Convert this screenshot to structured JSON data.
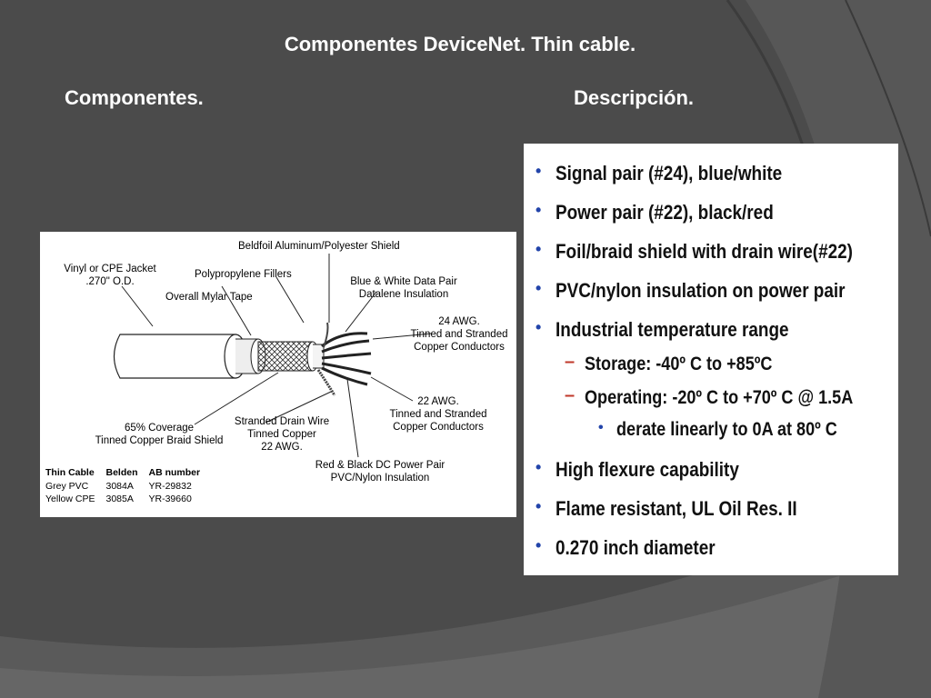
{
  "slide": {
    "title": "Componentes DeviceNet. Thin cable.",
    "left_heading": "Componentes.",
    "right_heading": "Descripción."
  },
  "diagram": {
    "labels": {
      "beldfoil": "Beldfoil Aluminum/Polyester Shield",
      "jacket_1": "Vinyl or CPE Jacket",
      "jacket_2": ".270\" O.D.",
      "fillers": "Polypropylene Fillers",
      "mylar": "Overall Mylar Tape",
      "data_pair_1": "Blue & White Data Pair",
      "data_pair_2": "Datalene Insulation",
      "awg24_1": "24 AWG.",
      "awg24_2": "Tinned and Stranded",
      "awg24_3": "Copper Conductors",
      "awg22_1": "22 AWG.",
      "awg22_2": "Tinned and Stranded",
      "awg22_3": "Copper Conductors",
      "braid_1": "65% Coverage",
      "braid_2": "Tinned Copper Braid Shield",
      "drain_1": "Stranded Drain Wire",
      "drain_2": "Tinned Copper",
      "drain_3": "22 AWG.",
      "power_1": "Red & Black DC Power Pair",
      "power_2": "PVC/Nylon Insulation"
    },
    "table": {
      "headers": [
        "Thin Cable",
        "Belden",
        "AB number"
      ],
      "rows": [
        [
          "Grey PVC",
          "3084A",
          "YR-29832"
        ],
        [
          "Yellow CPE",
          "3085A",
          "YR-39660"
        ]
      ]
    }
  },
  "description": {
    "items": [
      {
        "level": 1,
        "marker": "•",
        "text": "Signal pair (#24), blue/white"
      },
      {
        "level": 1,
        "marker": "•",
        "text": "Power pair (#22), black/red"
      },
      {
        "level": 1,
        "marker": "•",
        "text": "Foil/braid shield with drain wire(#22)"
      },
      {
        "level": 1,
        "marker": "•",
        "text": "PVC/nylon insulation on power pair"
      },
      {
        "level": 1,
        "marker": "•",
        "text": "Industrial temperature range"
      },
      {
        "level": 2,
        "marker": "–",
        "text": "Storage: -40º C to +85ºC"
      },
      {
        "level": 2,
        "marker": "–",
        "text": "Operating: -20º C to +70º C @ 1.5A"
      },
      {
        "level": 3,
        "marker": "•",
        "text": "derate linearly to 0A at 80º C"
      },
      {
        "level": 1,
        "marker": "•",
        "text": "High flexure capability"
      },
      {
        "level": 1,
        "marker": "•",
        "text": "Flame resistant, UL Oil Res. II"
      },
      {
        "level": 1,
        "marker": "•",
        "text": "0.270 inch diameter"
      }
    ]
  },
  "colors": {
    "background": "#4a4a4a",
    "title_text": "#ffffff",
    "bullet_blue": "#2244aa",
    "dash_red": "#c0392b"
  }
}
